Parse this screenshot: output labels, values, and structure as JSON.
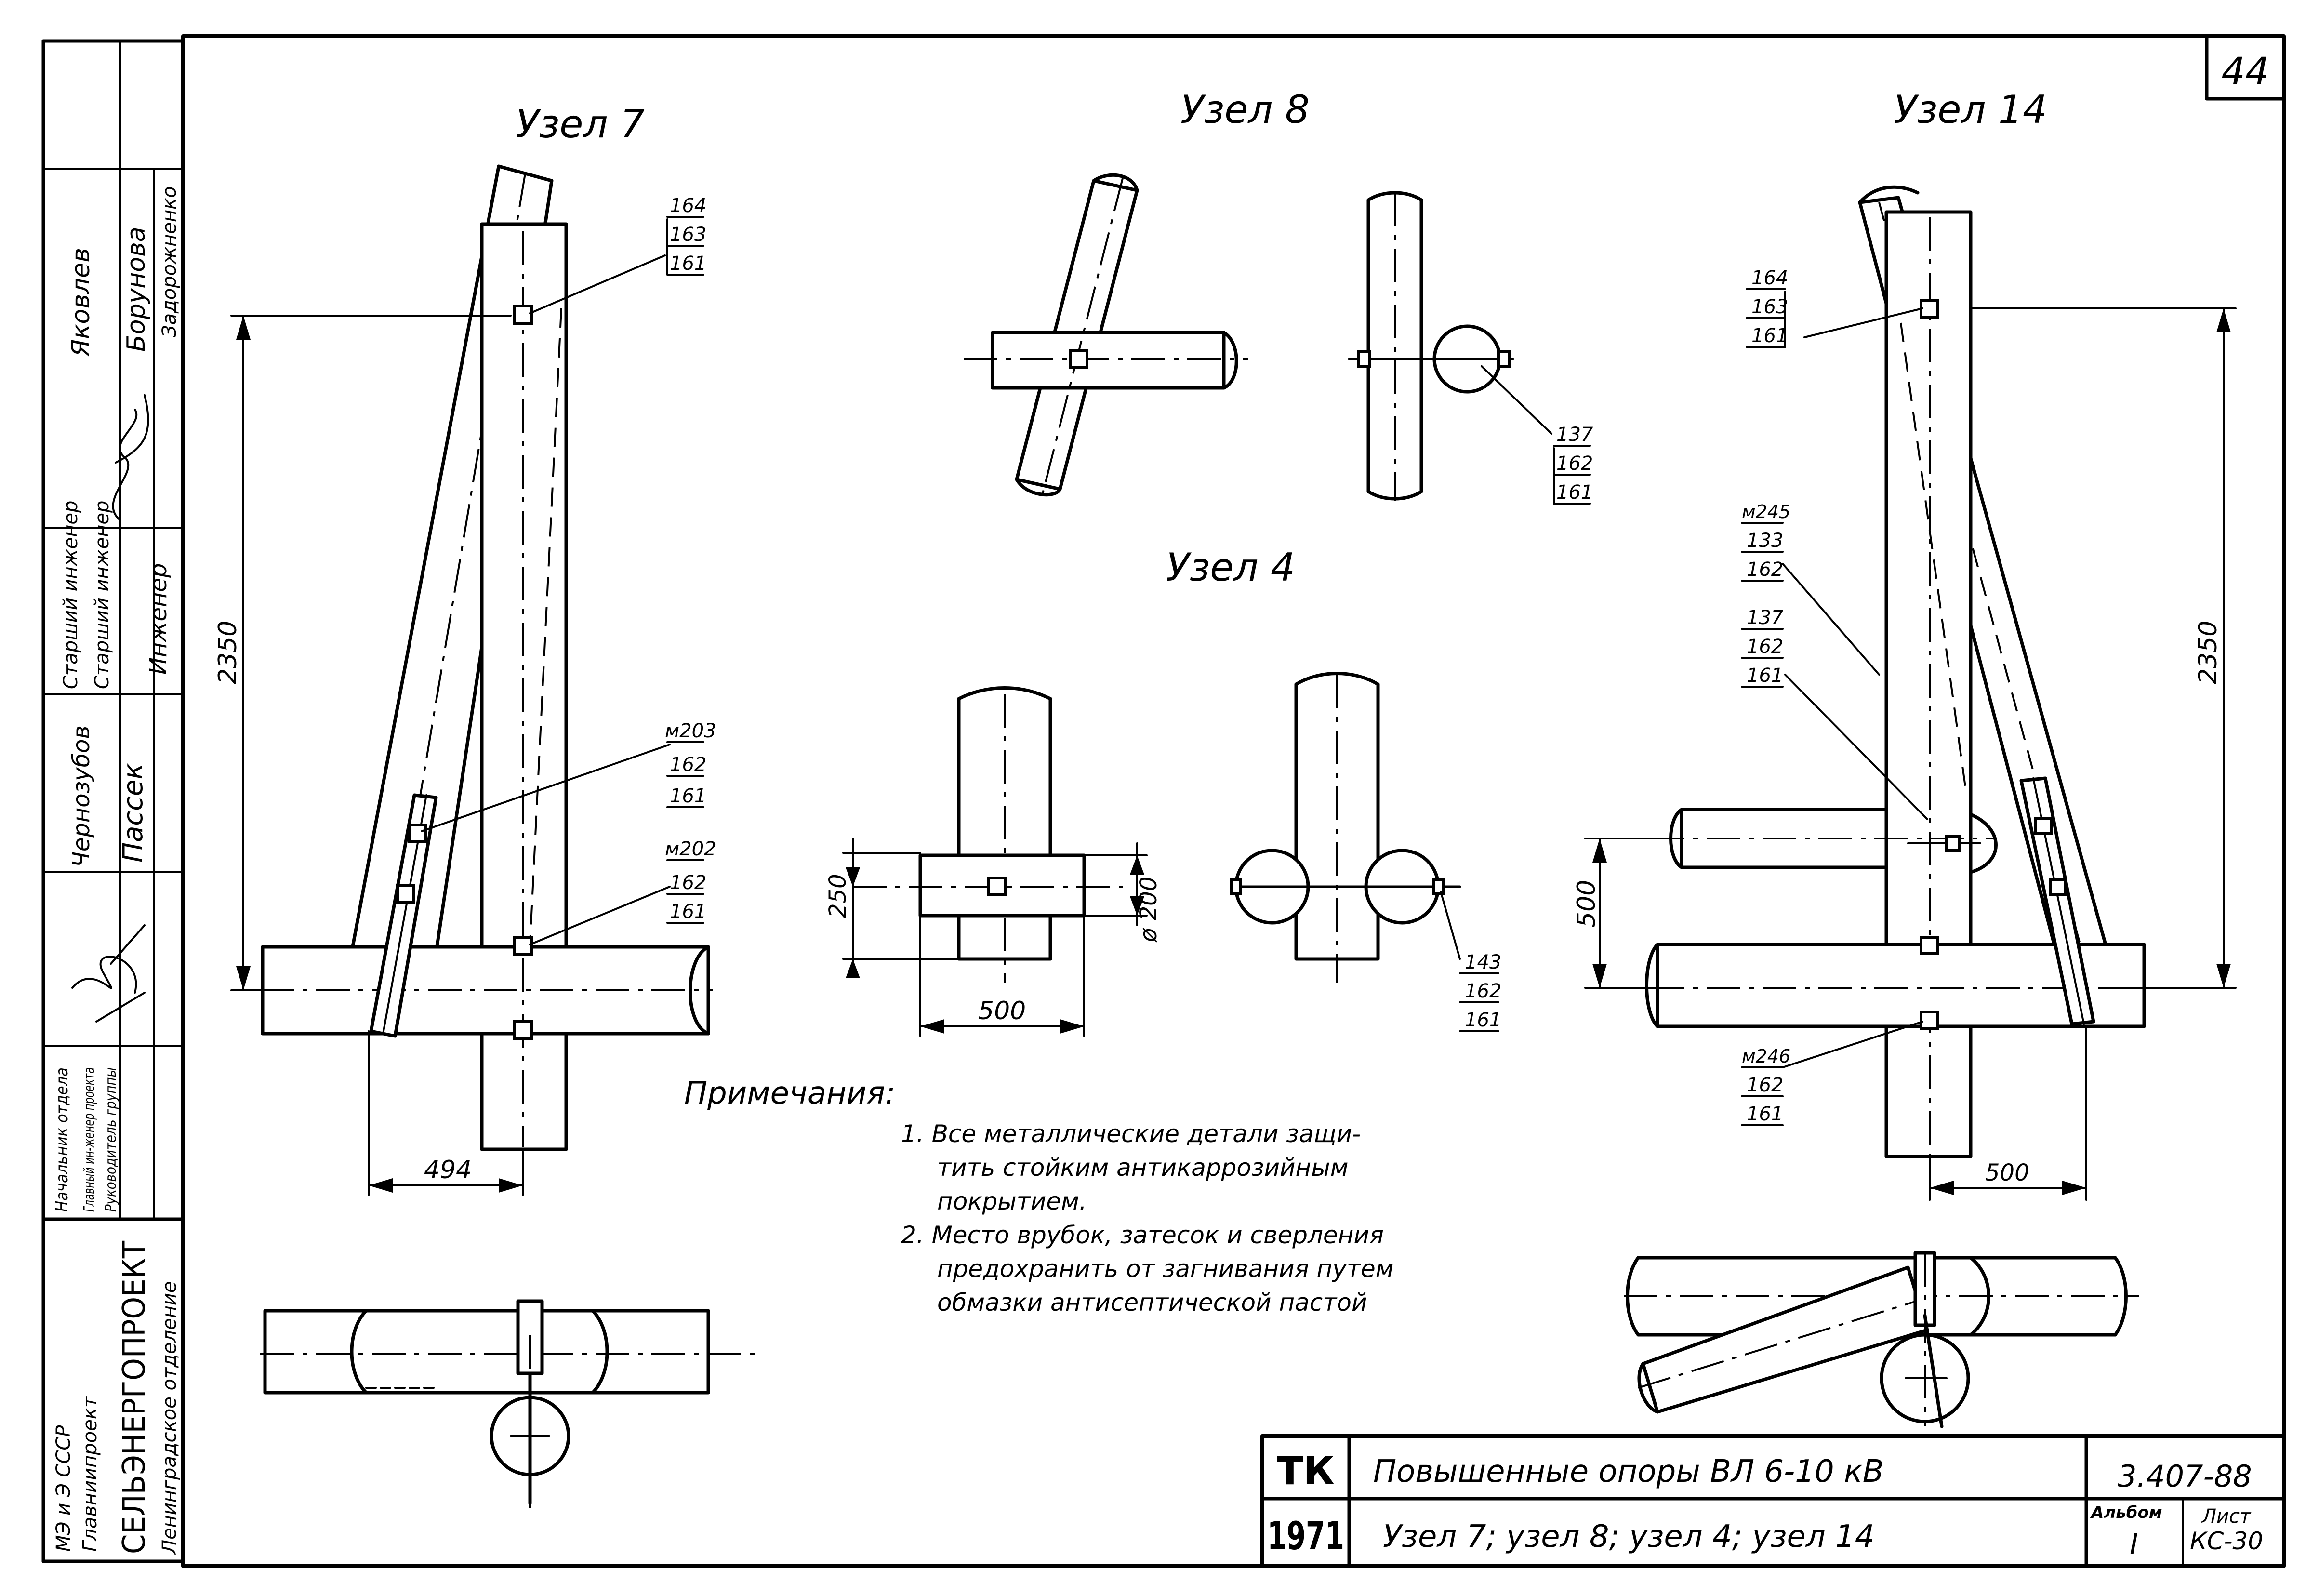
{
  "sheet": {
    "page_number": "44"
  },
  "views": {
    "node7": "Узел 7",
    "node8": "Узел 8",
    "node4": "Узел 4",
    "node14": "Узел 14"
  },
  "dimensions": {
    "d2350_left": "2350",
    "d494": "494",
    "d2350_right": "2350",
    "d500_right_v": "500",
    "d500_right_h": "500",
    "d250": "250",
    "d200": "ø 200",
    "d500_node4": "500"
  },
  "part_refs": {
    "n7_top": [
      "164",
      "163",
      "161"
    ],
    "n7_mid": [
      "м203",
      "162",
      "161"
    ],
    "n7_low": [
      "м202",
      "162",
      "161"
    ],
    "n8": [
      "137",
      "162",
      "161"
    ],
    "n4": [
      "143",
      "162",
      "161"
    ],
    "n14_top": [
      "164",
      "163",
      "161"
    ],
    "n14_a": [
      "м245",
      "133",
      "162"
    ],
    "n14_b": [
      "137",
      "162",
      "161"
    ],
    "n14_low": [
      "м246",
      "162",
      "161"
    ]
  },
  "notes": {
    "heading": "Примечания:",
    "item1_line1": "1. Все металлические детали защи-",
    "item1_line2": "тить стойким антикаррозийным",
    "item1_line3": "покрытием.",
    "item2_line1": "2. Место врубок, затесок и сверления",
    "item2_line2": "предохранить от загнивания путем",
    "item2_line3": "обмазки антисептической пастой"
  },
  "title_block": {
    "code_top": "ТК",
    "code_bottom": "1971",
    "title": "Повышенные опоры ВЛ 6-10 кВ",
    "subtitle": "Узел 7; узел 8; узел 4; узел 14",
    "doc_number": "3.407-88",
    "album_label": "Альбом",
    "album_value": "I",
    "sheet_label": "Лист",
    "sheet_value": "КС-30"
  },
  "side_stamp": {
    "org_line1": "МЭ и Э СССР",
    "org_line2": "Главниипроект",
    "org_line3": "СЕЛЬЭНЕРГОПРОЕКТ",
    "org_line4": "Ленинградское отделение",
    "role1": "Начальник отдела",
    "role2": "Главный ин-женер проекта",
    "role3": "Руководитель группы",
    "role4": "Старший инженер",
    "role5": "Старший инженер",
    "role6": "Инженер",
    "name1": "Чернозубов",
    "name2": "Яковлев",
    "name3": "Пассек",
    "name4": "Борунова",
    "name5": "Задорожненко"
  }
}
